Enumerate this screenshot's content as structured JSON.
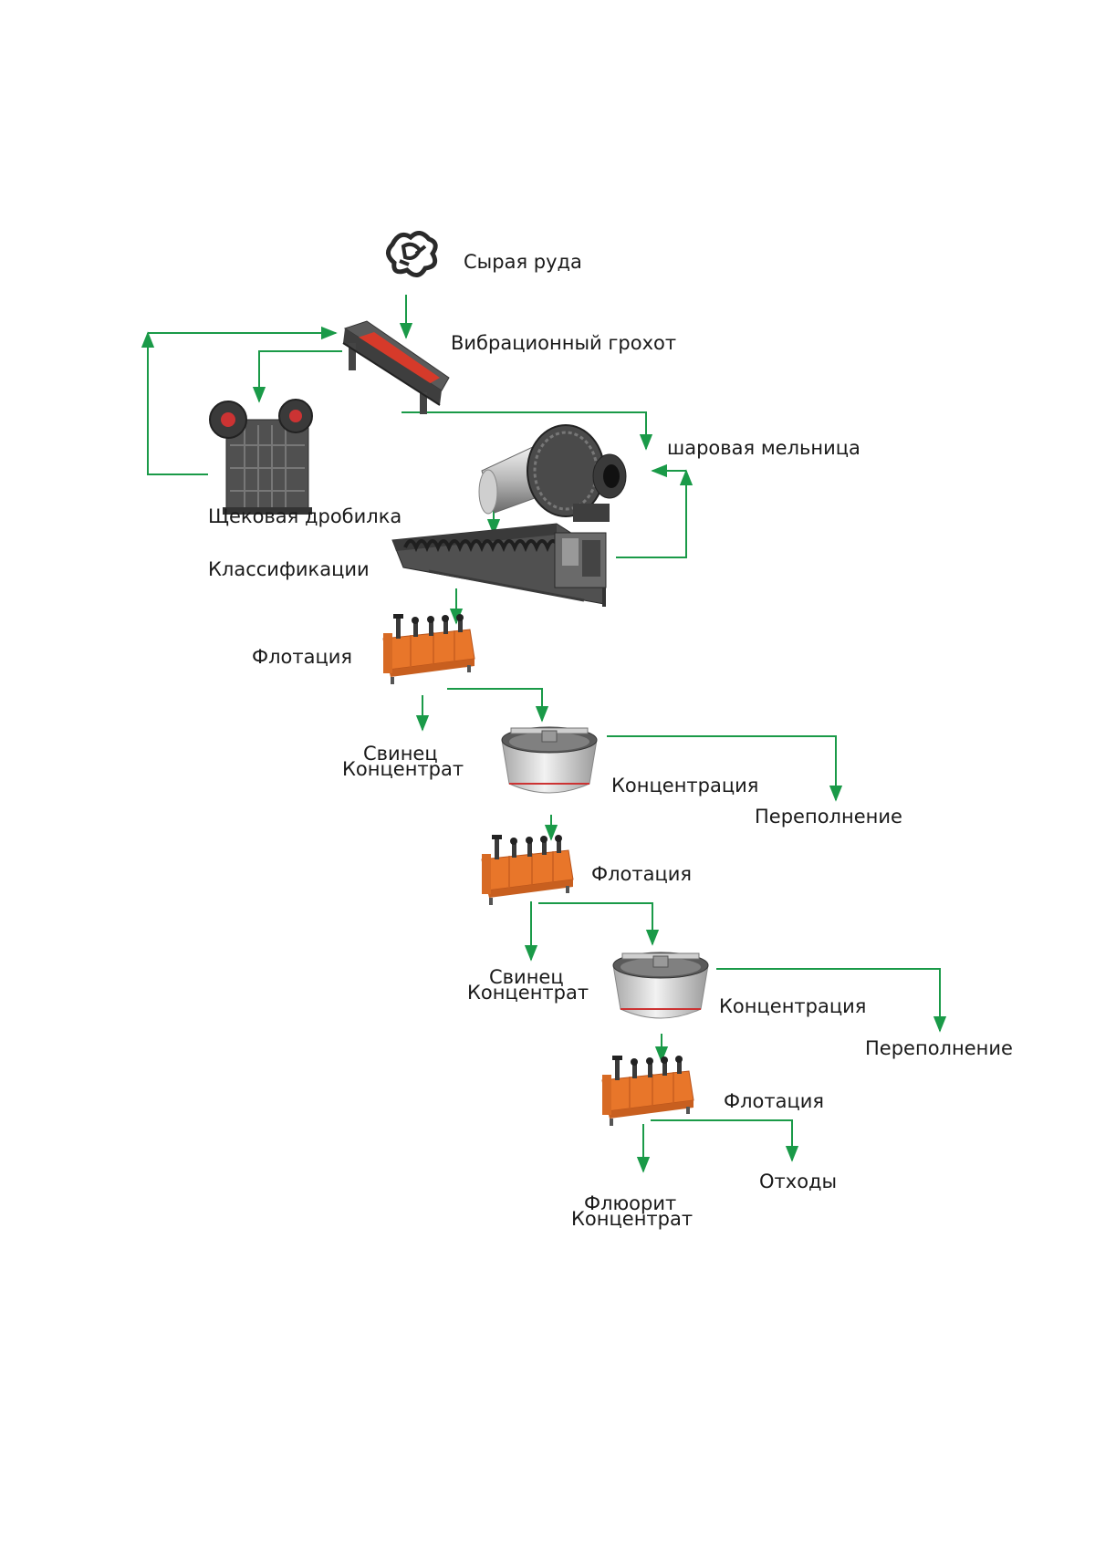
{
  "colors": {
    "arrow": "#1a9a48",
    "machine_orange": "#e8762a",
    "machine_dark": "#4a4a4a",
    "screen_red": "#d63a2a"
  },
  "labels": {
    "raw_ore": "Сырая руда",
    "vibrating_screen": "Вибрационный грохот",
    "ball_mill": "шаровая мельница",
    "jaw_crusher": "Щековая дробилка",
    "classifier": "Классификации",
    "flotation_1": "Флотация",
    "lead_concentrate_1_line1": "Свинец",
    "lead_concentrate_1_line2": "Концентрат",
    "thickener_1": "Концентрация",
    "overflow_1": "Переполнение",
    "flotation_2": "Флотация",
    "lead_concentrate_2_line1": "Свинец",
    "lead_concentrate_2_line2": "Концентрат",
    "thickener_2": "Концентрация",
    "overflow_2": "Переполнение",
    "flotation_3": "Флотация",
    "tailings": "Отходы",
    "fluorite_concentrate_line1": "Флюорит",
    "fluorite_concentrate_line2": "Концентрат"
  },
  "icons": [
    "ore-icon",
    "vibrating-screen-icon",
    "jaw-crusher-icon",
    "ball-mill-icon",
    "spiral-classifier-icon",
    "flotation-cell-icon",
    "thickener-icon"
  ]
}
